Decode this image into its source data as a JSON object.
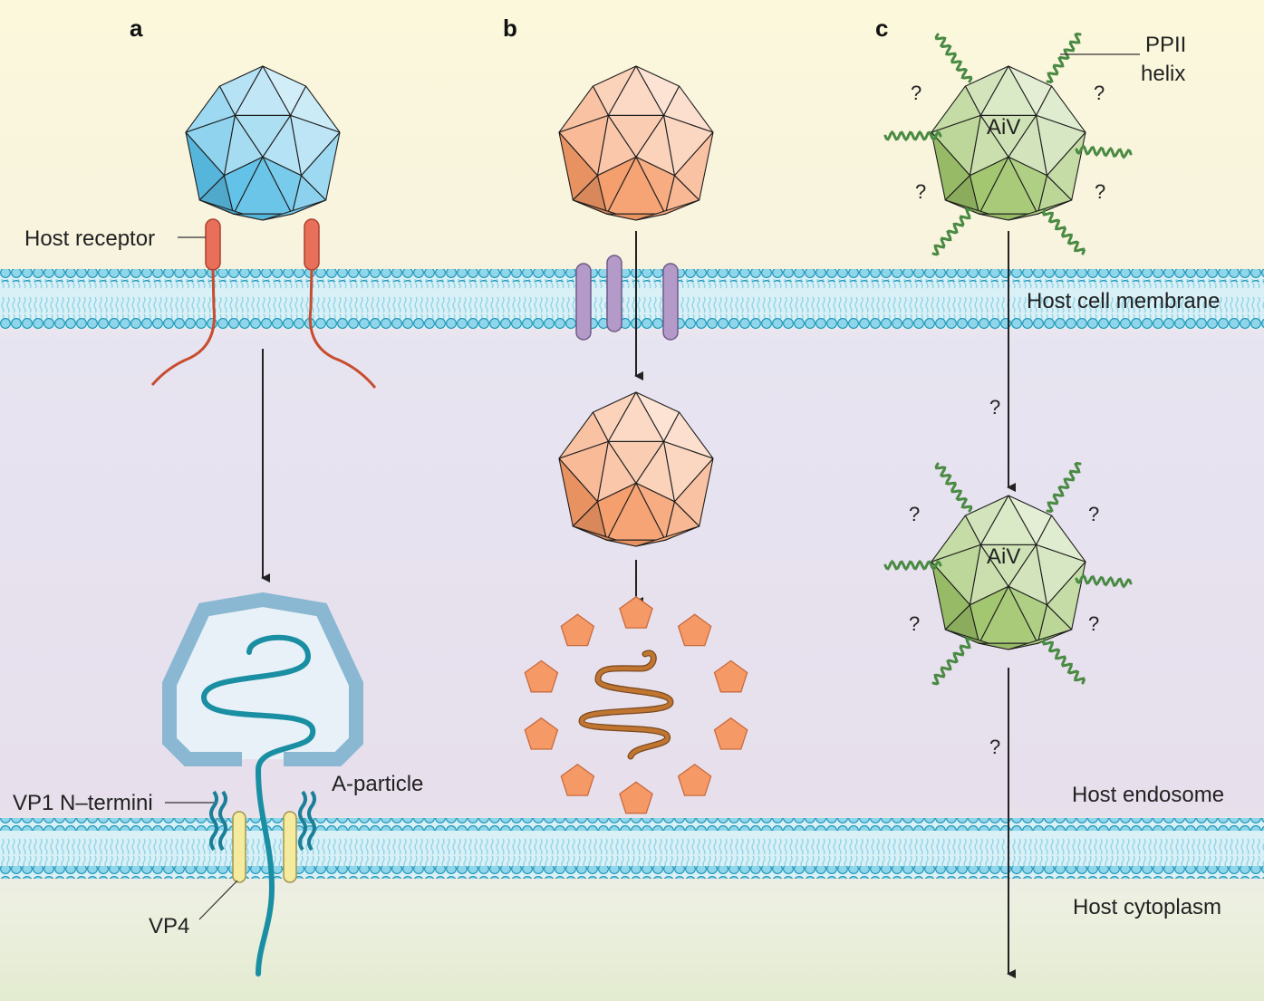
{
  "panels": {
    "a": "a",
    "b": "b",
    "c": "c"
  },
  "labels": {
    "host_receptor": "Host receptor",
    "ppii_line1": "PPII",
    "ppii_line2": "helix",
    "host_cell_membrane": "Host cell membrane",
    "host_endosome": "Host endosome",
    "host_cytoplasm": "Host cytoplasm",
    "a_particle": "A-particle",
    "vp1_n_termini": "VP1 N–termini",
    "vp4": "VP4",
    "aiv": "AiV",
    "question": "?"
  },
  "colors": {
    "background_top": "#fbf8de",
    "background_mid": "#e6e1ee",
    "background_bottom": "#eef2df",
    "membrane": "#2aa9c9",
    "virus_a": "#5bbfe6",
    "virus_b": "#f59a66",
    "virus_c": "#9ec46a",
    "receptor": "#e8705a",
    "purple_protein": "#b39ac9",
    "vp4_yellow": "#f4eb9e",
    "vp1_teal": "#1a8ea3",
    "rna_b": "#b76a2b",
    "ppii_green": "#4a8a43"
  }
}
